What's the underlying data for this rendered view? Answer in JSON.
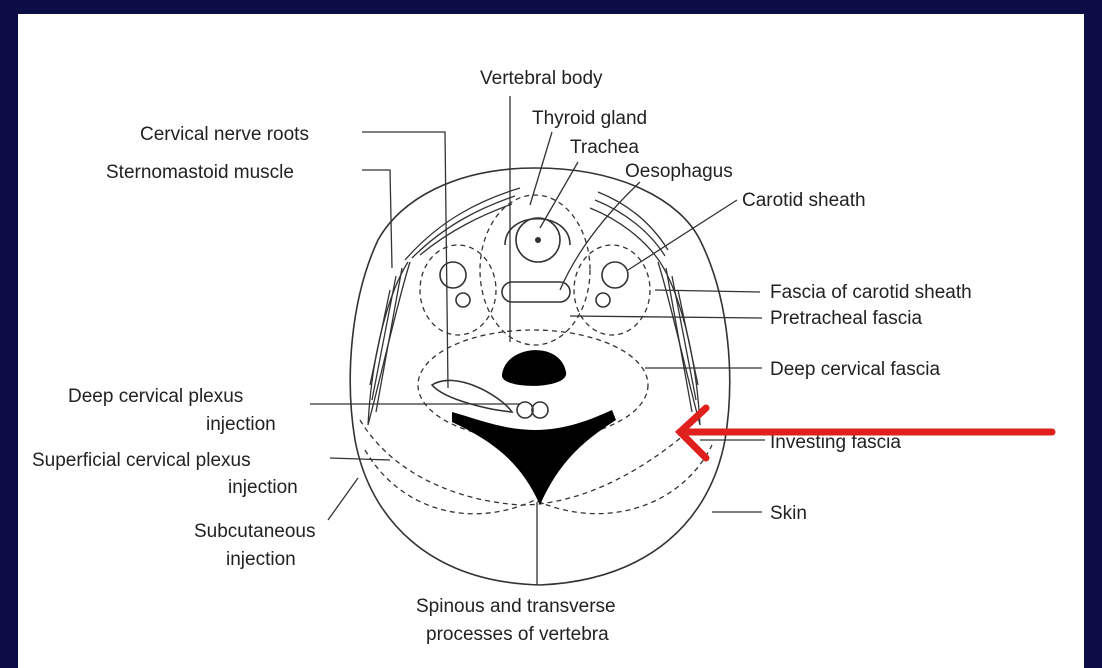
{
  "labels": {
    "vertebral_body": "Vertebral body",
    "thyroid_gland": "Thyroid gland",
    "trachea": "Trachea",
    "oesophagus": "Oesophagus",
    "carotid_sheath": "Carotid sheath",
    "cervical_nerve_roots": "Cervical nerve roots",
    "sternomastoid_muscle": "Sternomastoid muscle",
    "fascia_of_carotid_sheath": "Fascia of carotid sheath",
    "pretracheal_fascia": "Pretracheal fascia",
    "deep_cervical_fascia": "Deep cervical fascia",
    "investing_fascia": "Investing fascia",
    "deep_cervical_plexus_line1": "Deep cervical plexus",
    "deep_cervical_plexus_line2": "injection",
    "superficial_cervical_plexus_line1": "Superficial cervical plexus",
    "superficial_cervical_plexus_line2": "injection",
    "subcutaneous_line1": "Subcutaneous",
    "subcutaneous_line2": "injection",
    "skin": "Skin",
    "spinous_line1": "Spinous and transverse",
    "spinous_line2": "processes of vertebra"
  },
  "colors": {
    "background": "#0d0d45",
    "panel": "#ffffff",
    "arrow": "#e0201c"
  }
}
